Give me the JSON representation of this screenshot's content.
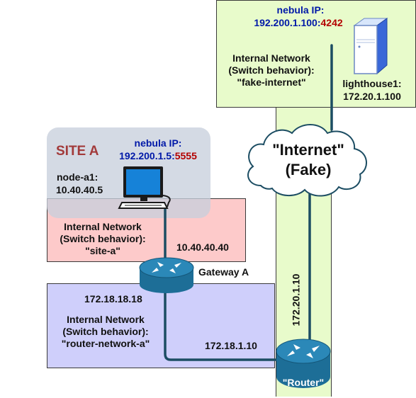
{
  "fake_internet": {
    "nebula_label": "nebula IP:",
    "nebula_ip": "192.200.1.100",
    "nebula_sep": ":",
    "nebula_port": "4242",
    "net_line1": "Internal Network",
    "net_line2": "(Switch behavior):",
    "net_line3": "\"fake-internet\"",
    "host_name": "lighthouse1:",
    "host_ip": "172.20.1.100"
  },
  "site_a": {
    "title": "SITE A",
    "nebula_label": "nebula IP:",
    "nebula_ip": "192.200.1.5",
    "nebula_sep": ":",
    "nebula_port": "5555",
    "node_name": "node-a1:",
    "node_ip": "10.40.40.5",
    "net_line1": "Internal Network",
    "net_line2": "(Switch behavior):",
    "net_line3": "\"site-a\"",
    "gateway_ip_site": "10.40.40.40"
  },
  "gateway_label": "Gateway A",
  "router_network": {
    "gateway_ip": "172.18.18.18",
    "net_line1": "Internal Network",
    "net_line2": "(Switch behavior):",
    "net_line3": "\"router-network-a\"",
    "router_ip": "172.18.1.10"
  },
  "cloud_line1": "\"Internet\"",
  "cloud_line2": "(Fake)",
  "router_wan_ip": "172.20.1.10",
  "router_label": "\"Router\"",
  "colors": {
    "green_zone": "#e8fbcb",
    "red_zone": "#fdcaca",
    "blue_zone": "#cfcffb",
    "site_box": "#d3dae4",
    "site_title": "#a23a3a",
    "link": "#1c4d63",
    "router": "#1d6e97"
  }
}
